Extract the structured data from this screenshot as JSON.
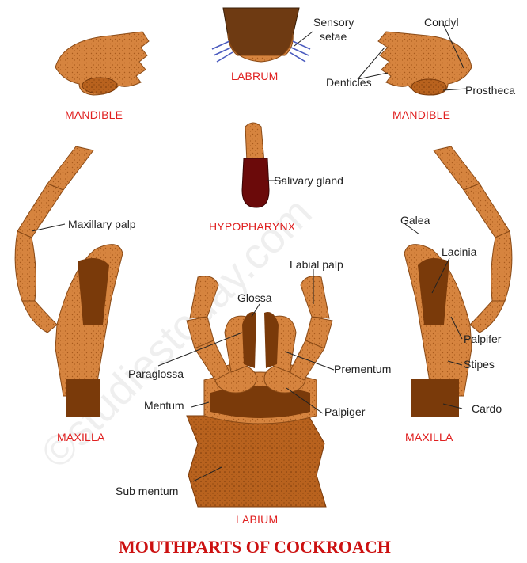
{
  "title": "MOUTHPARTS OF COCKROACH",
  "watermark": "©studiestoday.com",
  "parts": {
    "labrum": "LABRUM",
    "mandible_left": "MANDIBLE",
    "mandible_right": "MANDIBLE",
    "hypopharynx": "HYPOPHARYNX",
    "maxilla_left": "MAXILLA",
    "maxilla_right": "MAXILLA",
    "labium": "LABIUM"
  },
  "labels": {
    "sensory_setae_1": "Sensory",
    "sensory_setae_2": "setae",
    "condyl": "Condyl",
    "denticles": "Denticles",
    "prostheca": "Prostheca",
    "salivary_gland": "Salivary gland",
    "maxillary_palp": "Maxillary palp",
    "galea": "Galea",
    "lacinia": "Lacinia",
    "palpifer": "Palpifer",
    "stipes": "Stipes",
    "cardo": "Cardo",
    "labial_palp": "Labial palp",
    "glossa": "Glossa",
    "paraglossa": "Paraglossa",
    "prementum": "Prementum",
    "mentum": "Mentum",
    "palpiger": "Palpiger",
    "sub_mentum": "Sub mentum"
  },
  "colors": {
    "light_brown": "#d6843f",
    "mid_brown": "#b8621e",
    "dark_brown": "#7a3a0a",
    "gland_red": "#6b0a0a",
    "setae_blue": "#4a5bbf",
    "label_red": "#e02020"
  }
}
